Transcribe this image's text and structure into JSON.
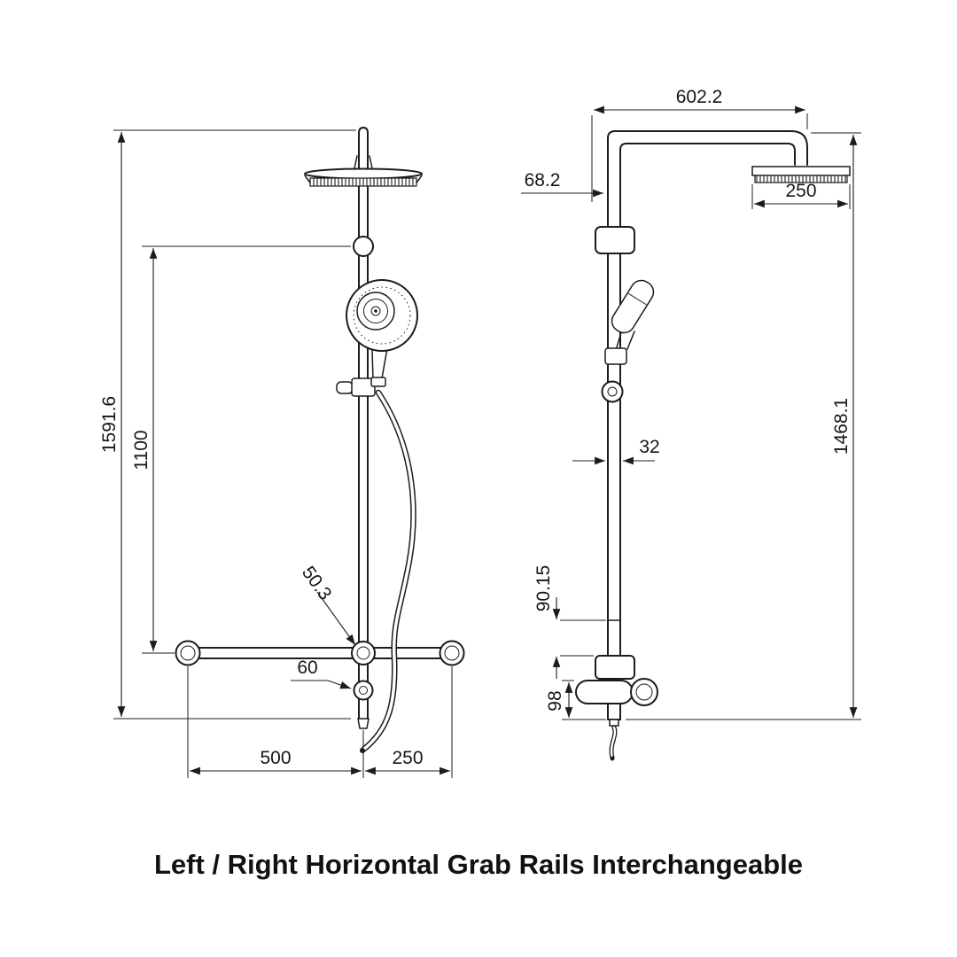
{
  "caption": "Left / Right Horizontal Grab Rails Interchangeable",
  "front_view": {
    "dimensions": {
      "overall_height": "1591.6",
      "grab_rail_height": "1100",
      "junction_offset": "50.3",
      "diverter_offset": "60",
      "rail_left_length": "500",
      "rail_right_length": "250"
    }
  },
  "side_view": {
    "dimensions": {
      "top_arm_length": "602.2",
      "wall_offset": "68.2",
      "head_width": "250",
      "pipe_diameter": "32",
      "column_height": "1468.1",
      "bracket_spacing": "90.15",
      "outlet_spacing": "98"
    }
  }
}
